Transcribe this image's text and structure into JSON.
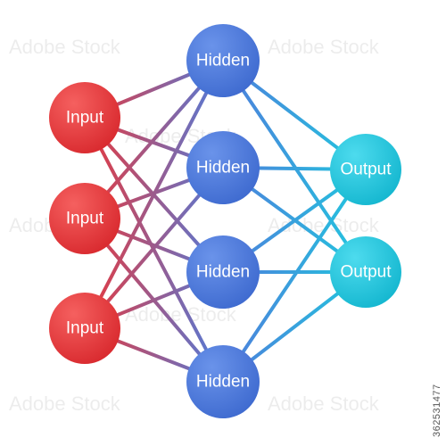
{
  "diagram": {
    "layers": [
      {
        "role": "input",
        "color": "#e8383d",
        "nodes": [
          "Input",
          "Input",
          "Input"
        ]
      },
      {
        "role": "hidden",
        "color": "#4f7ddc",
        "nodes": [
          "Hidden",
          "Hidden",
          "Hidden",
          "Hidden"
        ]
      },
      {
        "role": "output",
        "color": "#21c7de",
        "nodes": [
          "Output",
          "Output"
        ]
      }
    ],
    "connections": "fully-connected"
  },
  "stock_id": "362531477",
  "watermark": "Adobe Stock"
}
